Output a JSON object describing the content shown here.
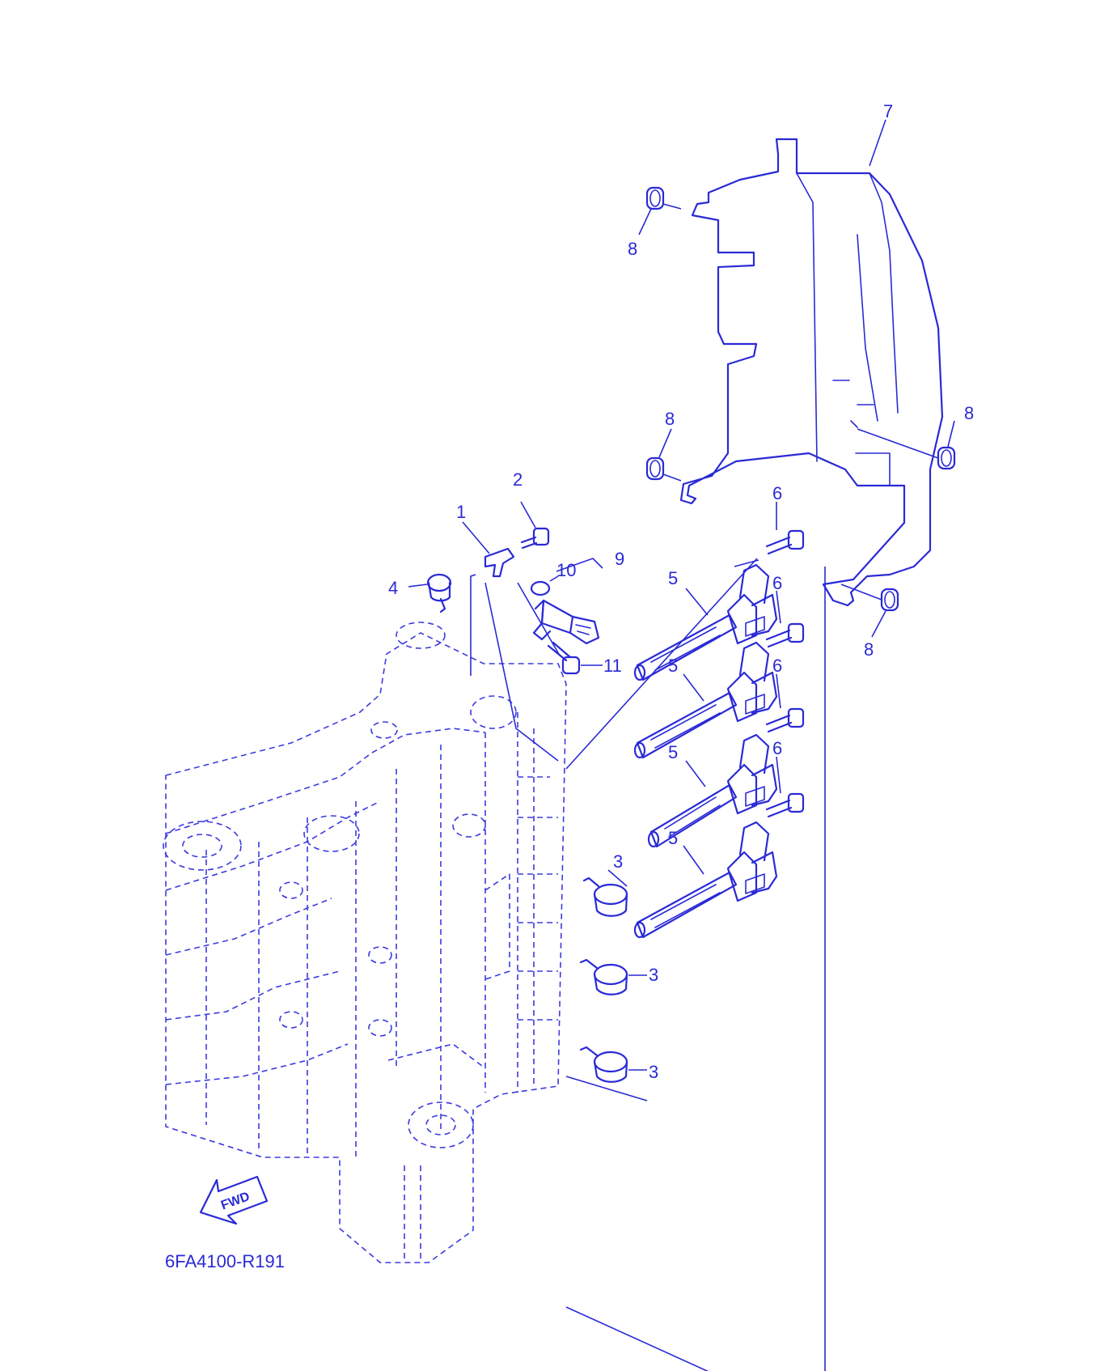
{
  "diagram": {
    "drawing_code": "6FA4100-R191",
    "fwd_arrow_label": "FWD",
    "callouts": [
      "1",
      "2",
      "3",
      "4",
      "5",
      "6",
      "7",
      "8",
      "9",
      "10",
      "11"
    ],
    "line_color": "#2a2ad6",
    "background_color": "#ffffff"
  }
}
